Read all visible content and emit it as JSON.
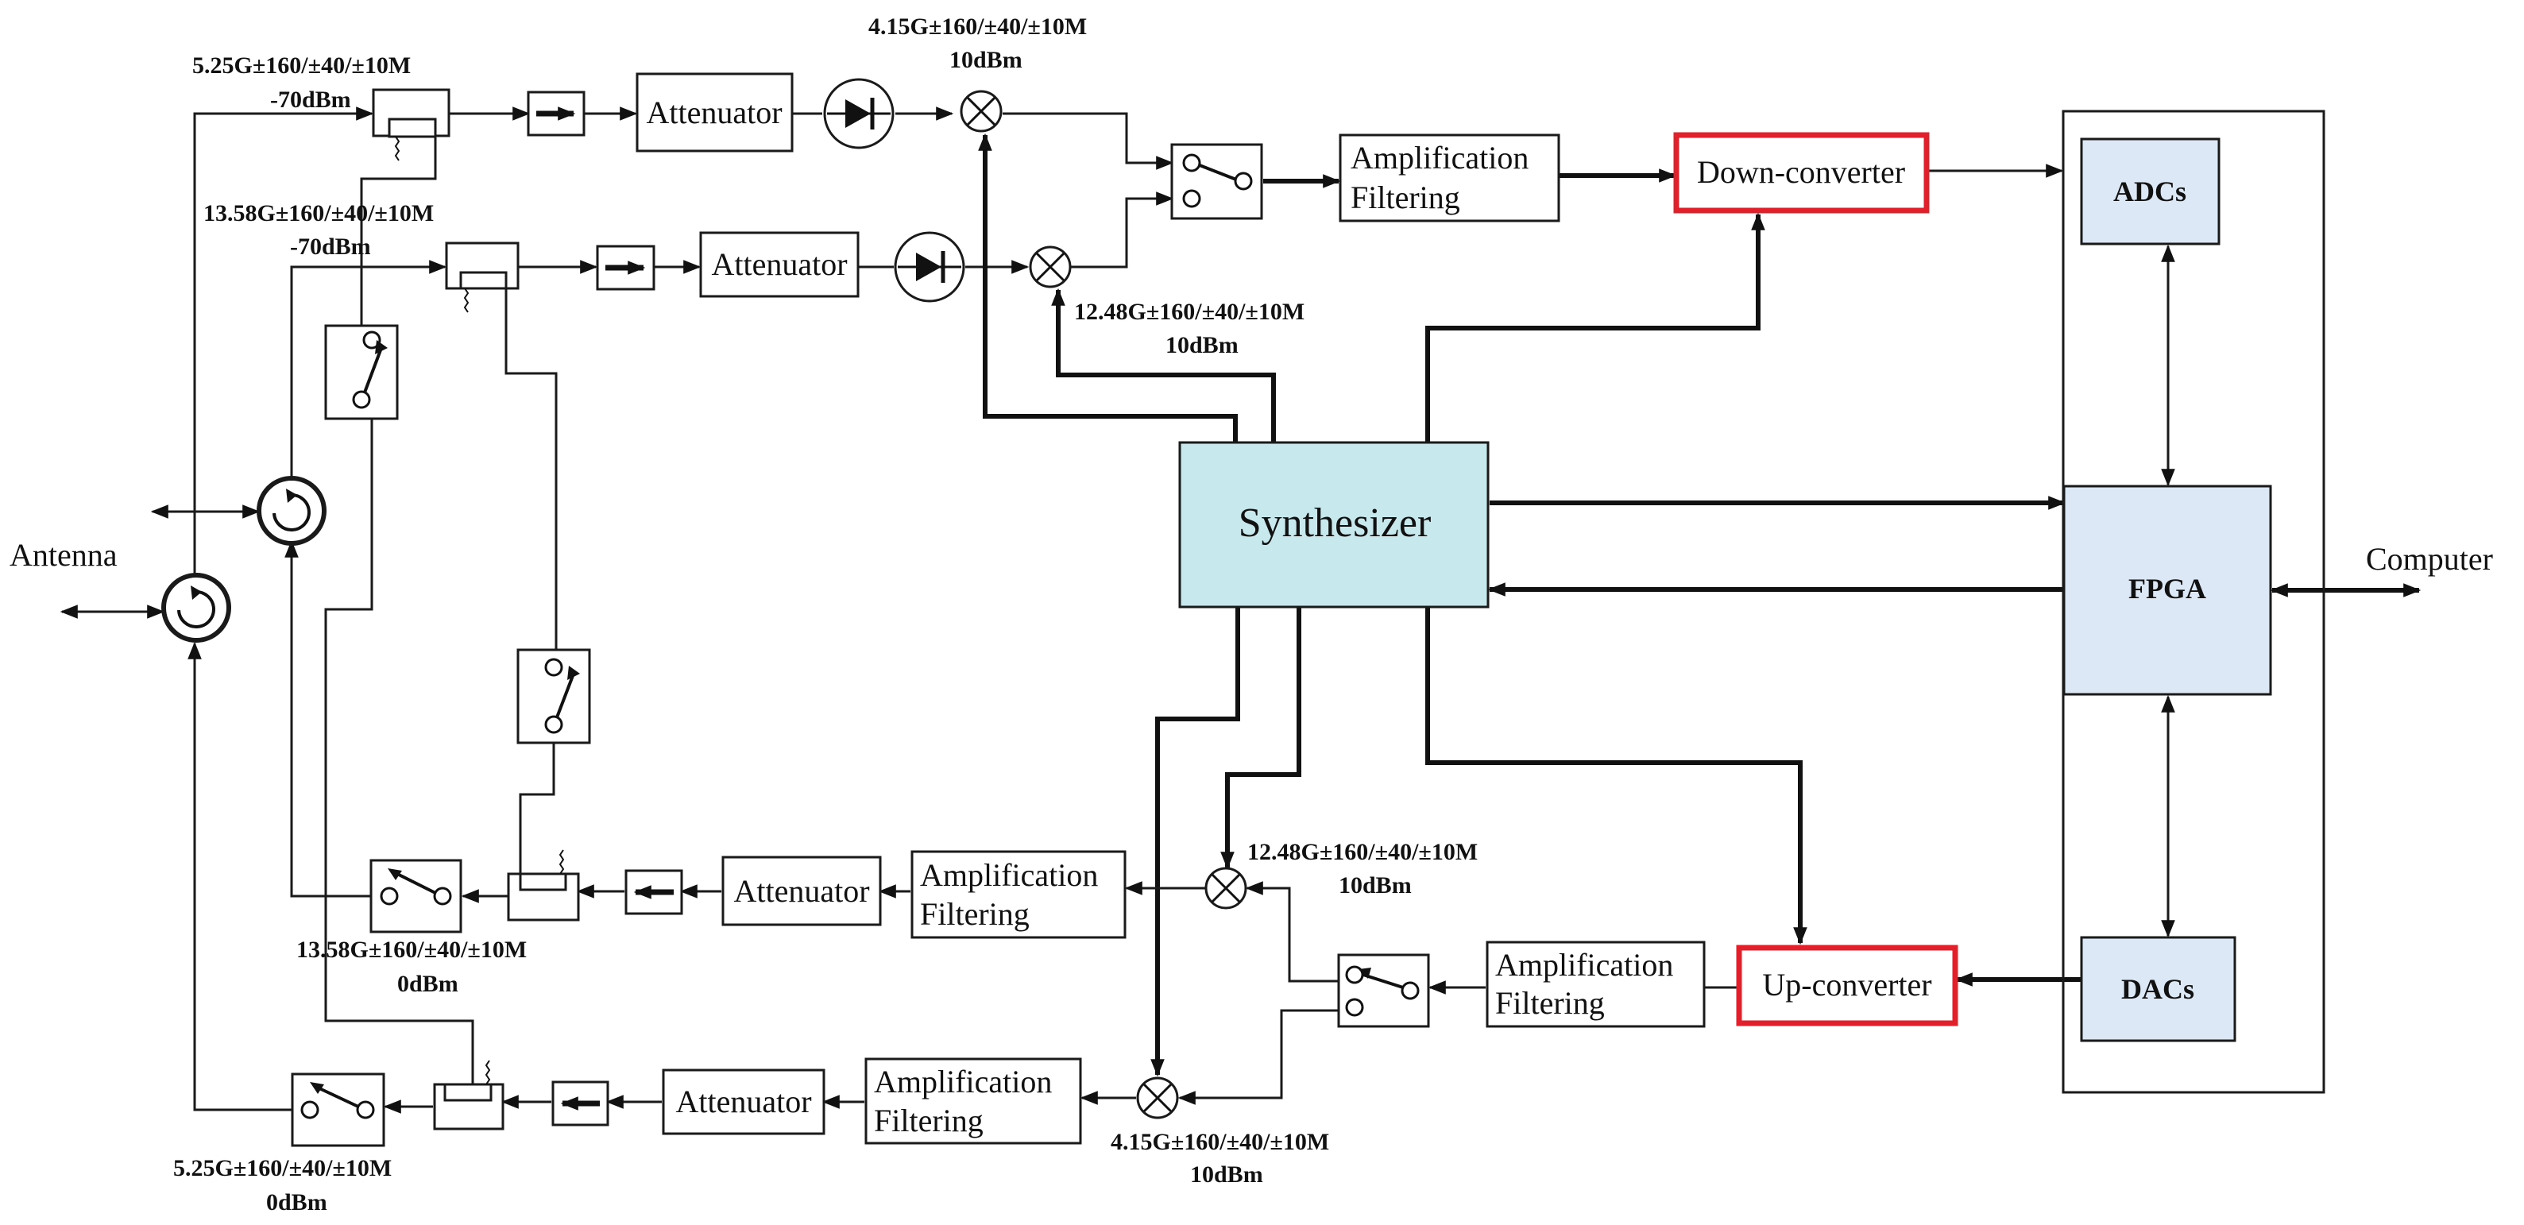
{
  "nodes": {
    "antenna": "Antenna",
    "computer": "Computer",
    "synthesizer": "Synthesizer",
    "fpga": "FPGA",
    "adcs": "ADCs",
    "dacs": "DACs",
    "down_converter": "Down-converter",
    "up_converter": "Up-converter",
    "attenuator": "Attenuator",
    "amplification": "Amplification",
    "filtering": "Filtering"
  },
  "freq_labels": {
    "rx_525": {
      "line1": "5.25G±160/±40/±10M",
      "line2": "-70dBm"
    },
    "rx_1358": {
      "line1": "13.58G±160/±40/±10M",
      "line2": "-70dBm"
    },
    "lo_rx_415": {
      "line1": "4.15G±160/±40/±10M",
      "line2": "10dBm"
    },
    "lo_rx_1248": {
      "line1": "12.48G±160/±40/±10M",
      "line2": "10dBm"
    },
    "lo_tx_1248": {
      "line1": "12.48G±160/±40/±10M",
      "line2": "10dBm"
    },
    "lo_tx_415": {
      "line1": "4.15G±160/±40/±10M",
      "line2": "10dBm"
    },
    "tx_1358": {
      "line1": "13.58G±160/±40/±10M",
      "line2": "0dBm"
    },
    "tx_525": {
      "line1": "5.25G±160/±40/±10M",
      "line2": "0dBm"
    }
  },
  "colors": {
    "digital_block_fill": "#dde8f6",
    "synthesizer_fill": "#c7e8ed",
    "highlight_outline": "#e0202a"
  },
  "icons": {
    "circulator": "circulator-icon",
    "mixer": "mixer-icon",
    "isolator": "isolator-icon",
    "diode": "diode-limiter-icon",
    "switch": "rf-switch-icon",
    "coupler": "directional-coupler-icon"
  }
}
